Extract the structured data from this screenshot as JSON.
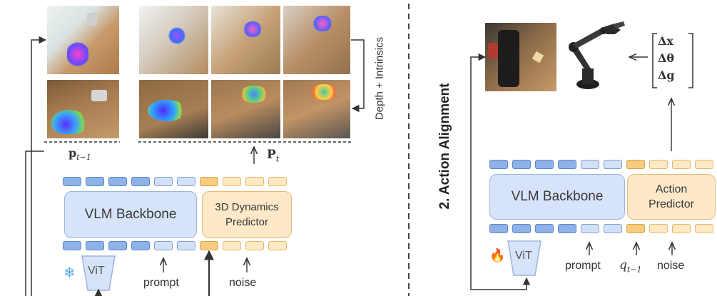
{
  "left": {
    "p_prev": "p",
    "p_prev_sub": "t−1",
    "p_t": "P",
    "p_t_sub": "t",
    "side_label": "Depth + Intrinsics",
    "backbone_label": "VLM Backbone",
    "predictor_label": "3D Dynamics Predictor",
    "vit_label": "ViT",
    "prompt_label": "prompt",
    "noise_label": "noise",
    "vit_status_icon": "snowflake-icon"
  },
  "divider": {
    "title": "2. Action Alignment"
  },
  "right": {
    "backbone_label": "VLM Backbone",
    "predictor_label": "Action Predictor",
    "vit_label": "ViT",
    "prompt_label": "prompt",
    "q_label": "q",
    "q_sub": "t−1",
    "noise_label": "noise",
    "vit_status_icon": "fire-icon",
    "vector_entries": [
      "Δx",
      "Δθ",
      "Δg"
    ]
  },
  "colors": {
    "backbone_fill": "#d6e3f8",
    "predictor_fill": "#fde8c8",
    "token_blue": "#8fb3e8",
    "token_orange": "#f8cc80"
  }
}
